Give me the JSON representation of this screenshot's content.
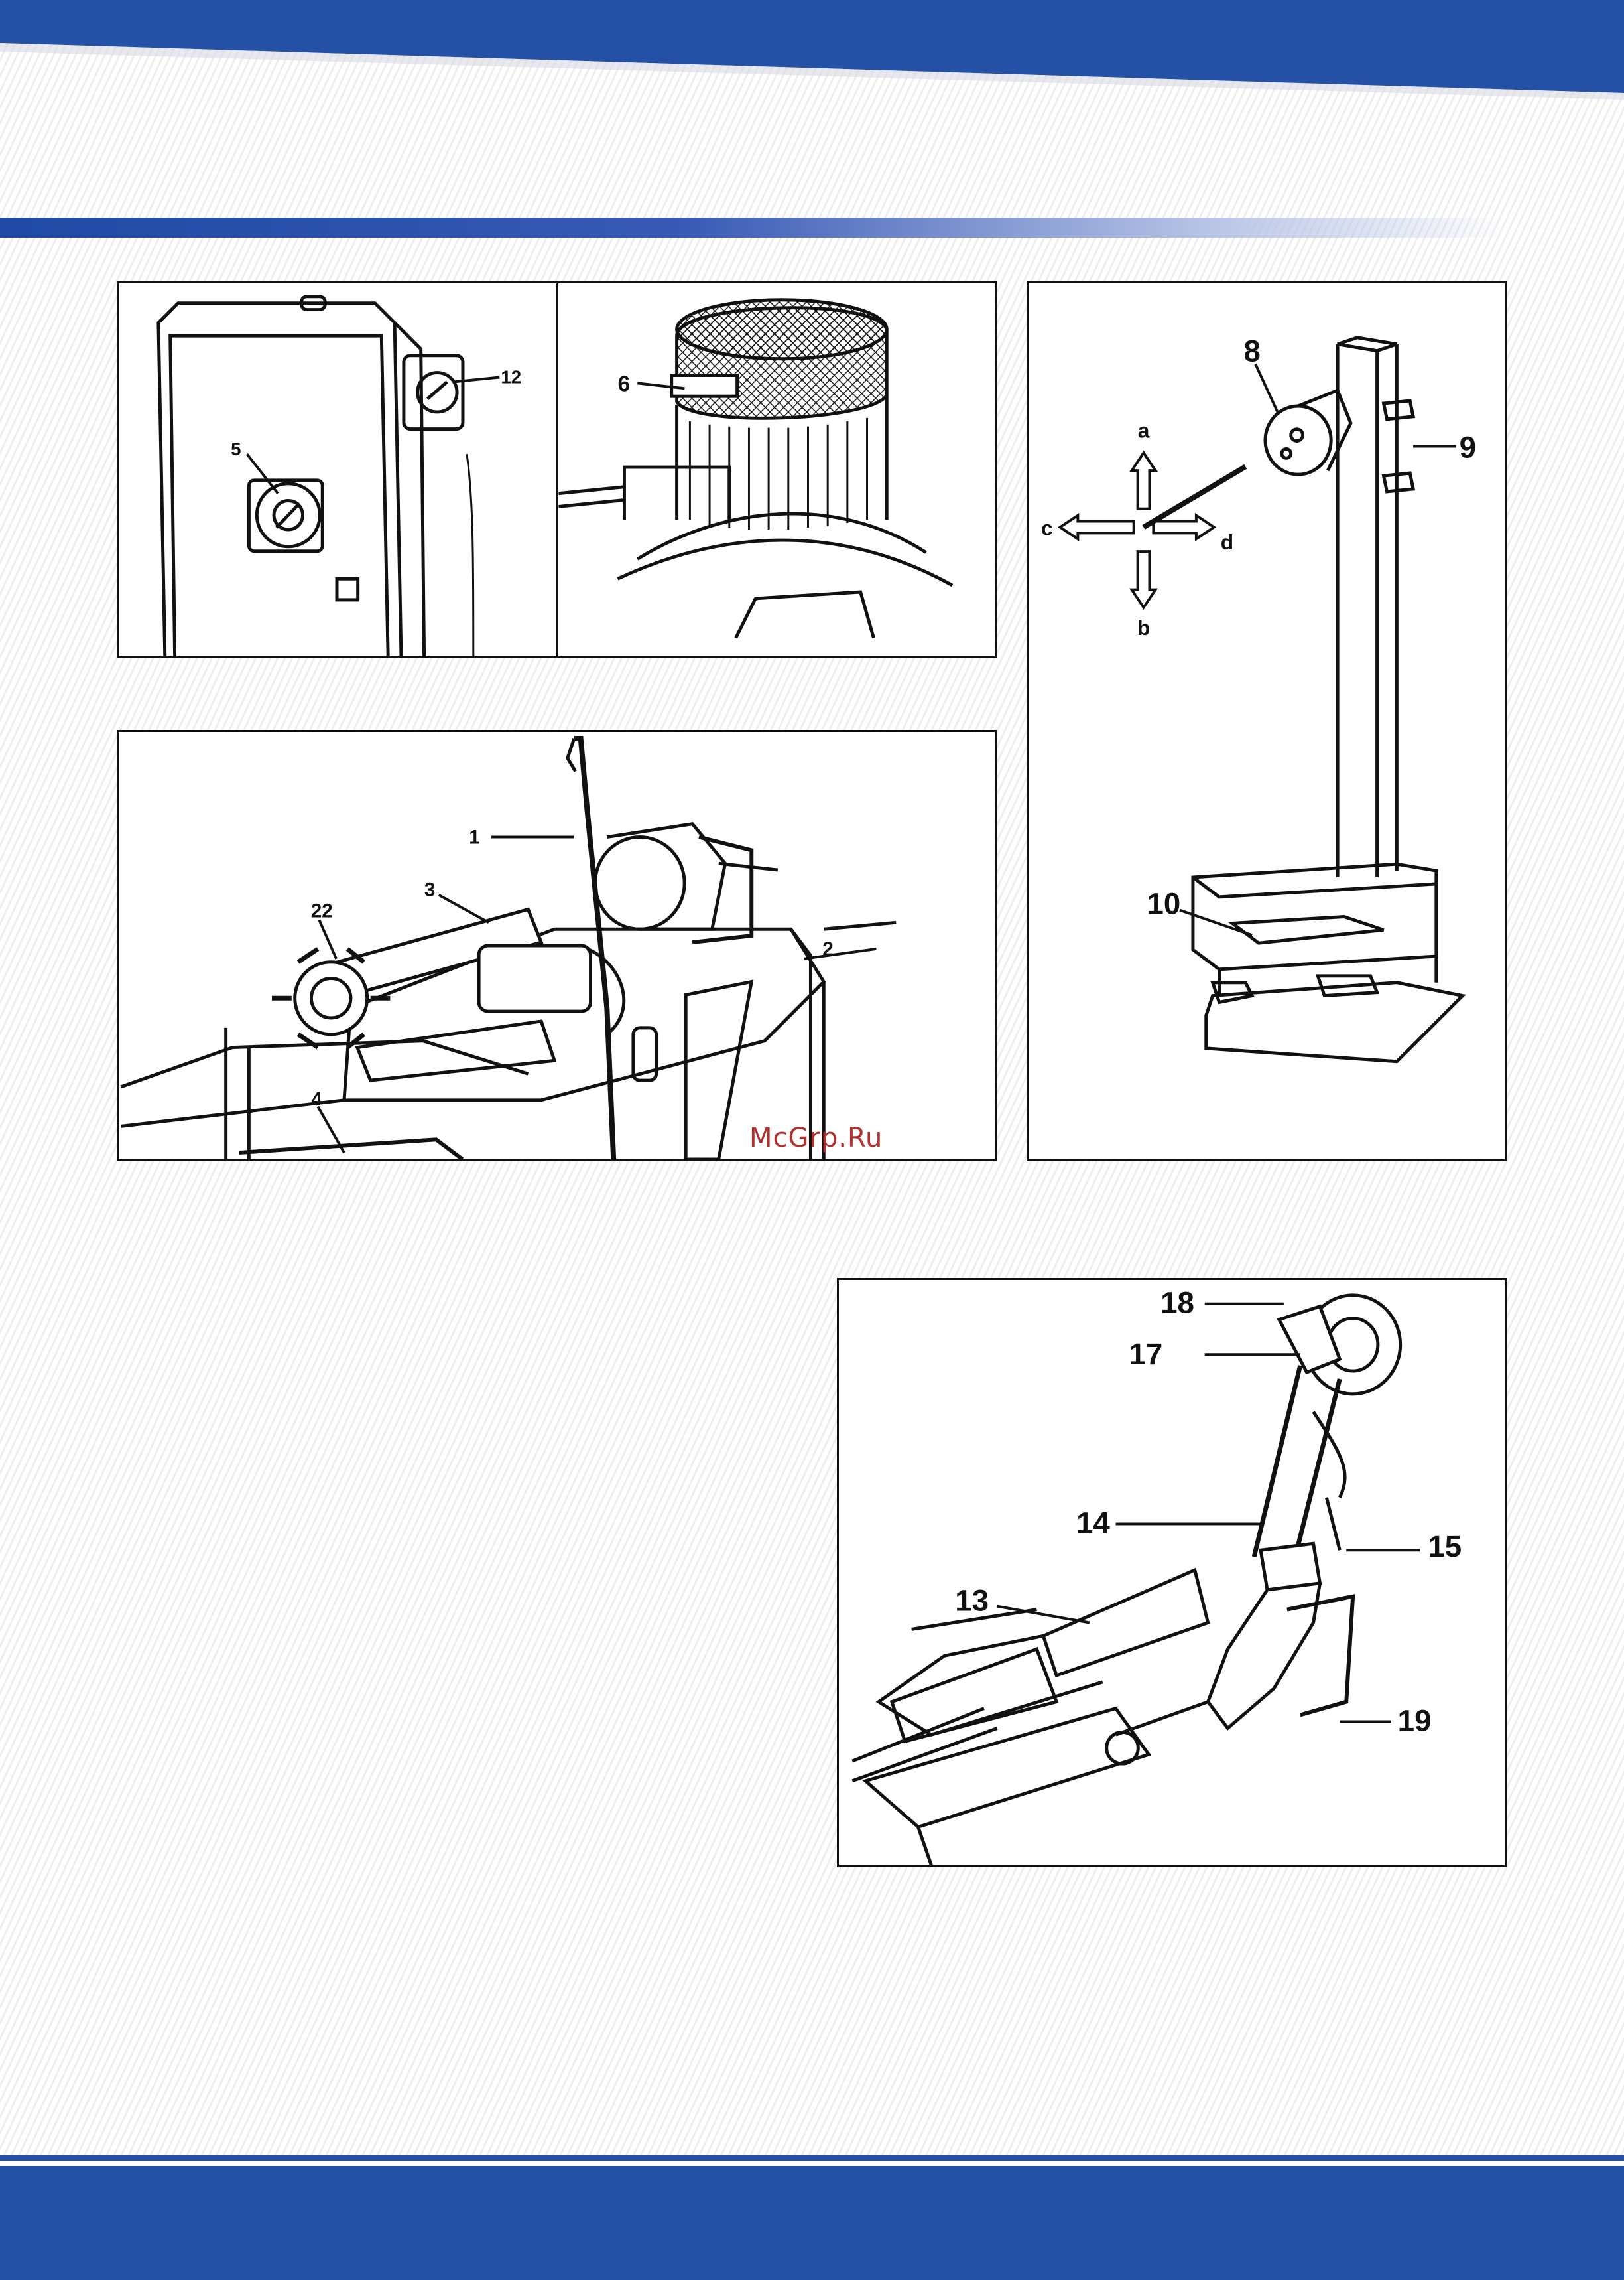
{
  "colors": {
    "brand_blue": "#2450a6",
    "rule_blue": "#1f4aa5"
  },
  "figures": {
    "control_box": {
      "labels": [
        "5",
        "12"
      ]
    },
    "motor": {
      "labels": [
        "6"
      ]
    },
    "pedestal": {
      "labels": [
        "8",
        "9",
        "10"
      ],
      "directions": [
        "a",
        "b",
        "c",
        "d"
      ]
    },
    "bead_breaker": {
      "labels": [
        "1",
        "2",
        "3",
        "4",
        "22"
      ]
    },
    "helper_arm": {
      "labels": [
        "13",
        "14",
        "15",
        "17",
        "18",
        "19"
      ]
    }
  },
  "watermark": "McGrp.Ru"
}
